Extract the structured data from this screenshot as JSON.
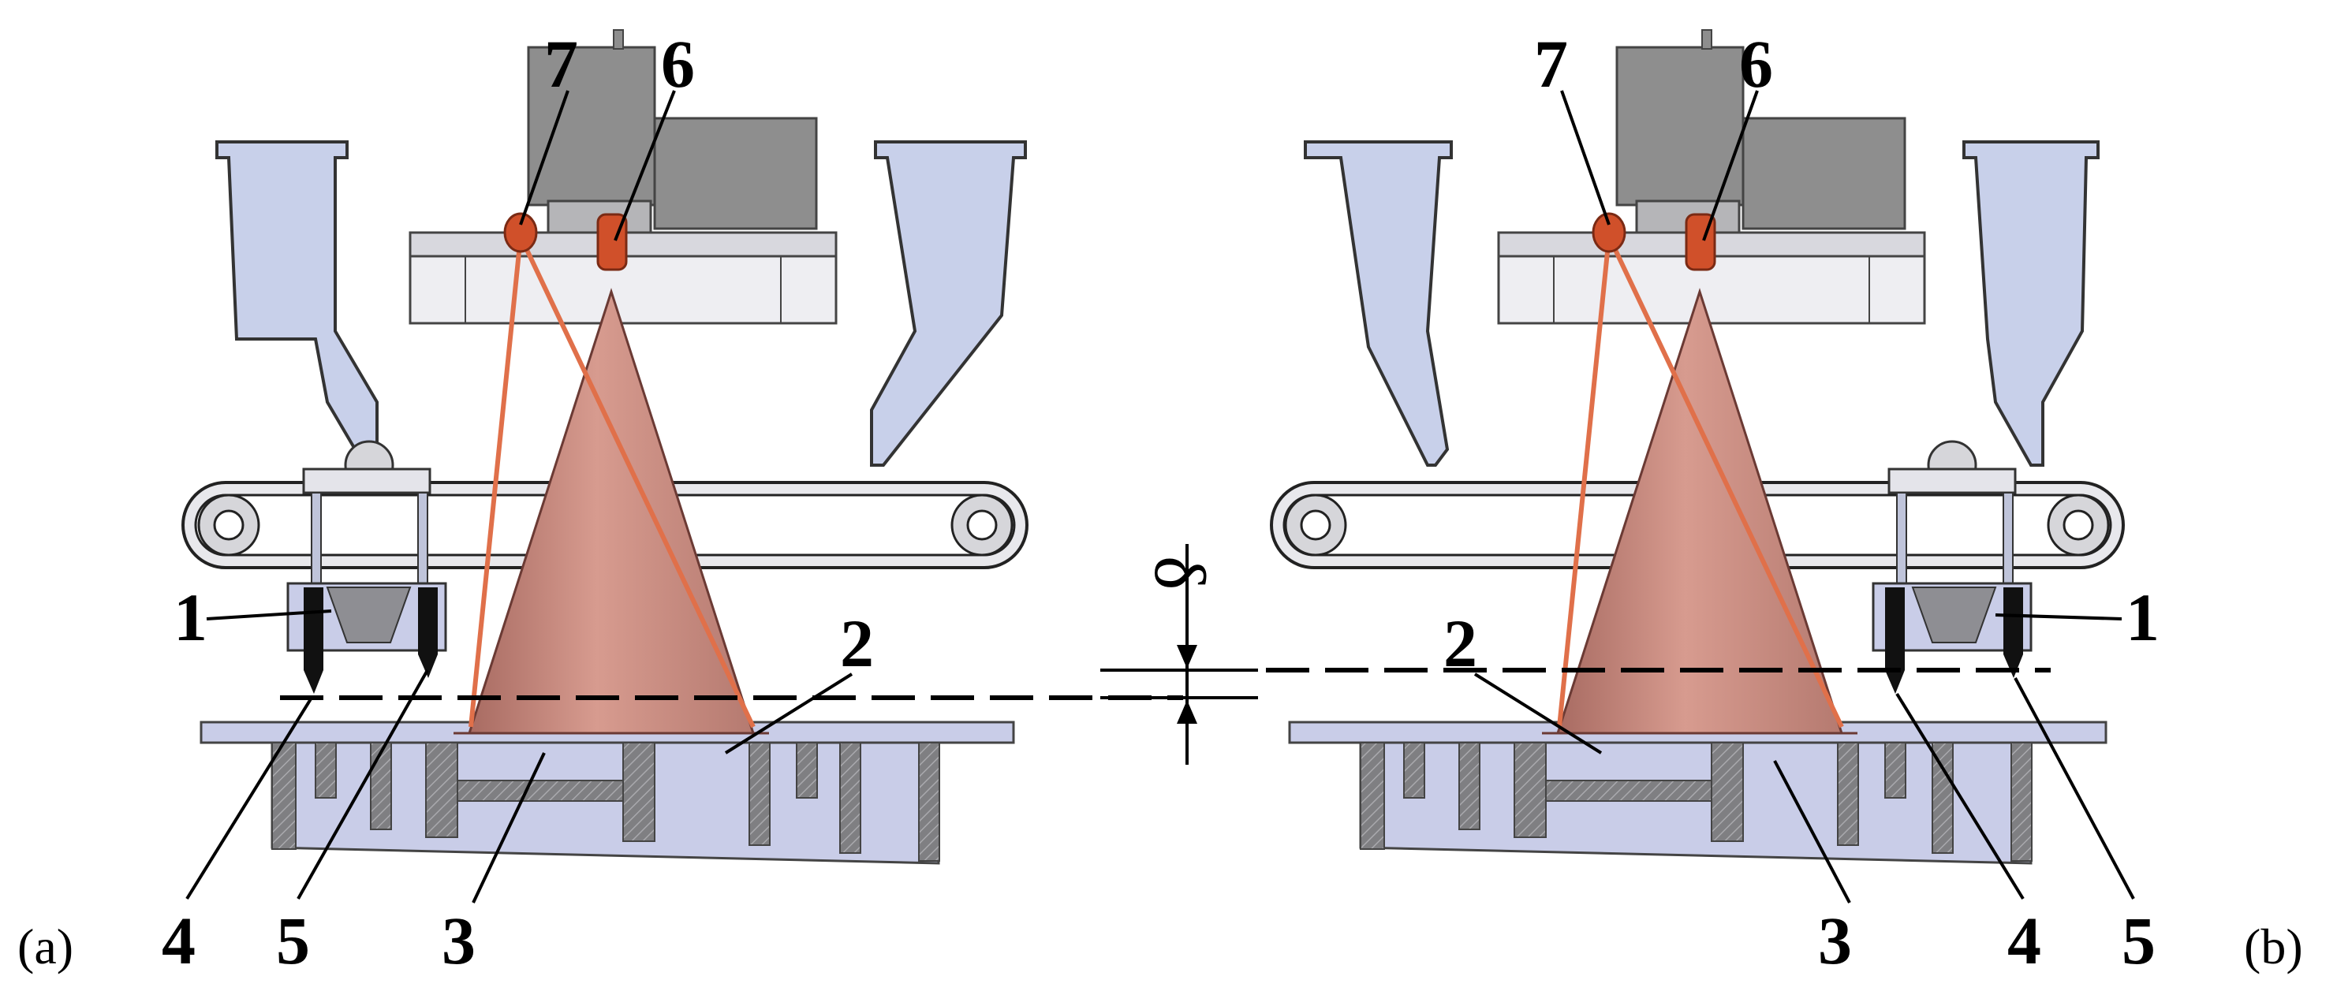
{
  "panels": [
    {
      "label": "(a)",
      "numbers": [
        "1",
        "2",
        "3",
        "4",
        "5",
        "6",
        "7"
      ]
    },
    {
      "label": "(b)",
      "numbers": [
        "1",
        "2",
        "3",
        "4",
        "5",
        "6",
        "7"
      ]
    }
  ],
  "gap_symbol": "δ",
  "colors": {
    "cone": "#c58a80",
    "hopper": "#c8d0ea",
    "housing": "#8e8e8e",
    "base": "#c9cde8",
    "laser": "#e0704a",
    "lamp": "#d0502a"
  }
}
